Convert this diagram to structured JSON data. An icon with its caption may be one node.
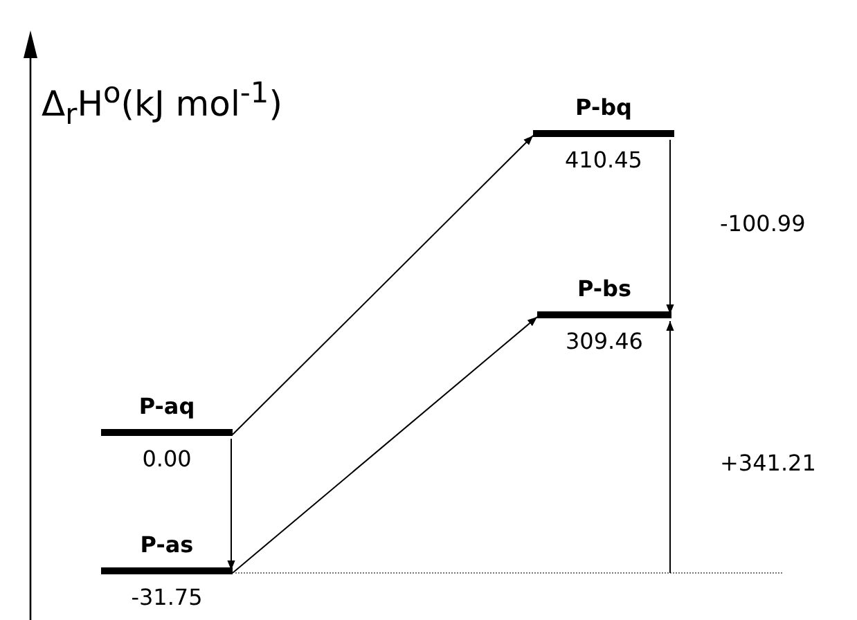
{
  "diagram": {
    "nodes": [
      {
        "text": [
          "P-aq",
          "0.00"
        ]
      },
      {
        "text": [
          "P-as",
          "-31.75"
        ]
      },
      {
        "text": [
          "P-bq",
          "410.45"
        ]
      },
      {
        "text": [
          "P-bs",
          "309.46"
        ]
      }
    ],
    "edges": [
      {
        "from": 0,
        "to": 1,
        "arrow": "to"
      },
      {
        "from": 0,
        "to": 2,
        "arrow": "to"
      },
      {
        "from": 1,
        "to": 3,
        "arrow": "to"
      },
      {
        "from": 2,
        "to": 3,
        "arrow": "to",
        "label": "-100.99"
      },
      {
        "from": null,
        "to": 3,
        "arrow": "to",
        "label": "+341.21"
      }
    ],
    "labels": [
      "Δ$_{r}$H$^{o}$(kJ mol$^{-1}$)"
    ]
  }
}
